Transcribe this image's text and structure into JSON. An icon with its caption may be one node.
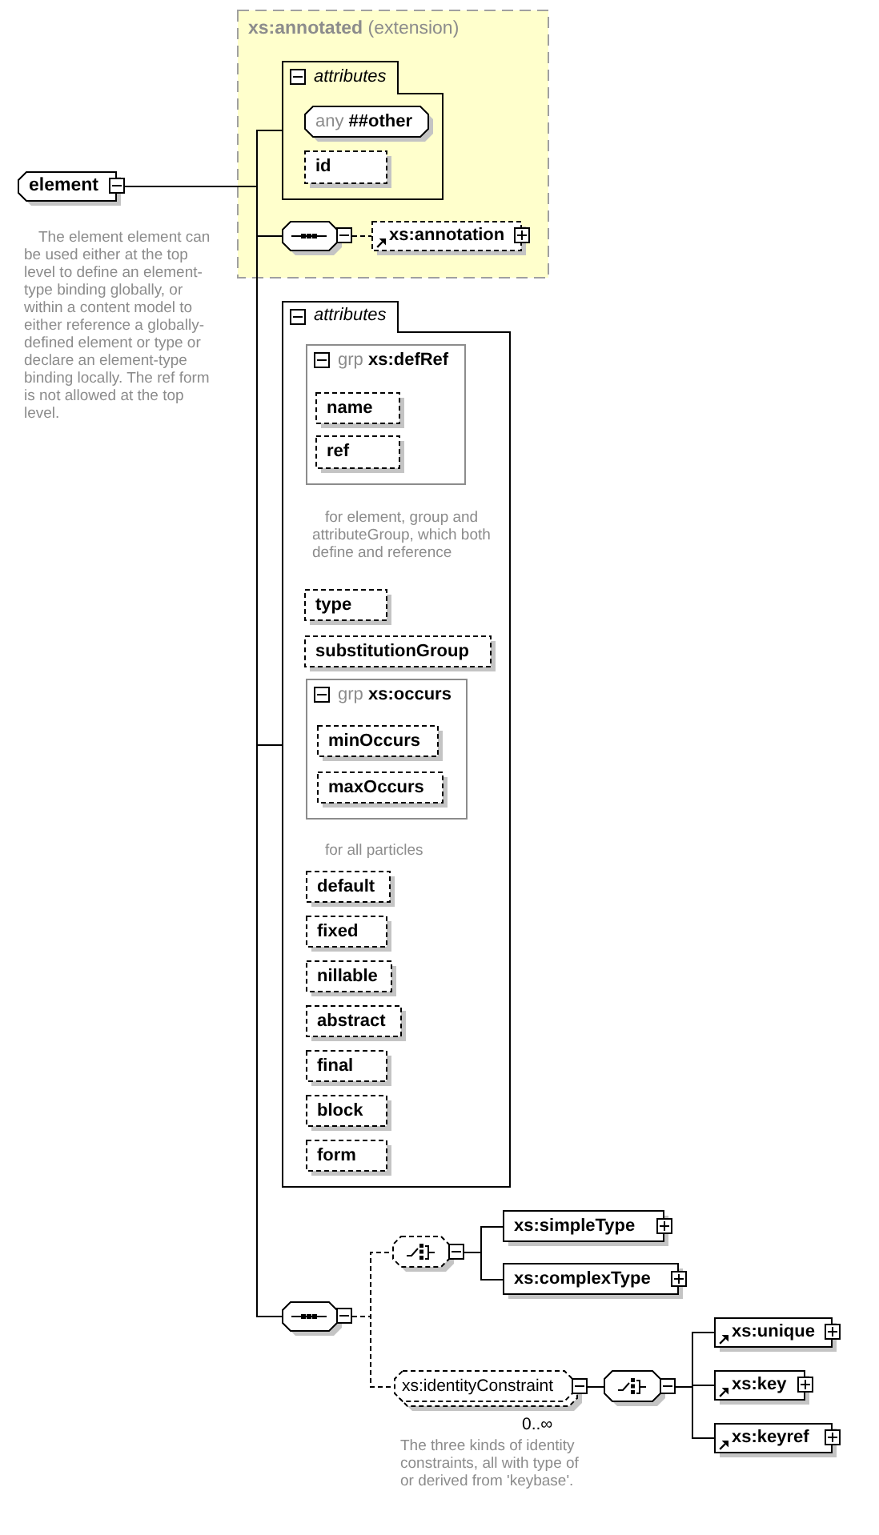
{
  "diagram": {
    "nodes": [
      {
        "text": [
          "element"
        ],
        "beside": [
          "The element element can be used either at the top level to define an element-type binding globally, or within a content model to either reference a globally-defined element or type or declare an element-type binding locally. The ref form is not allowed at the top level."
        ]
      },
      {
        "text": [
          "**xs:annotated** (extension)"
        ]
      },
      {
        "text": [
          "attributes"
        ],
        "in": 1
      },
      {
        "text": [
          "any **##other**"
        ],
        "in": 2
      },
      {
        "text": [
          "id"
        ],
        "in": 2
      },
      {
        "text": [],
        "shape": "octagon",
        "in": 1
      },
      {
        "text": [
          "xs:annotation"
        ],
        "in": 1
      },
      {
        "text": [
          "attributes"
        ]
      },
      {
        "text": [
          "grp **xs:defRef**"
        ],
        "in": 7,
        "beside": [
          "for element, group and attributeGroup, which both define and reference"
        ]
      },
      {
        "text": [
          "name"
        ],
        "in": 8
      },
      {
        "text": [
          "ref"
        ],
        "in": 8
      },
      {
        "text": [
          "type"
        ],
        "in": 7
      },
      {
        "text": [
          "substitutionGroup"
        ],
        "in": 7
      },
      {
        "text": [
          "grp **xs:occurs**"
        ],
        "in": 7
      },
      {
        "text": [
          "minOccurs"
        ],
        "in": 13
      },
      {
        "text": [
          "maxOccurs"
        ],
        "in": 13
      },
      {
        "text": [
          "default"
        ],
        "in": 7
      },
      {
        "text": [
          "fixed"
        ],
        "in": 7
      },
      {
        "text": [
          "nillable"
        ],
        "in": 7
      },
      {
        "text": [
          "abstract"
        ],
        "in": 7
      },
      {
        "text": [
          "final"
        ],
        "in": 7
      },
      {
        "text": [
          "block"
        ],
        "in": 7
      },
      {
        "text": [
          "form"
        ],
        "in": 7
      },
      {
        "text": [],
        "shape": "octagon"
      },
      {
        "text": [],
        "shape": "octagon"
      },
      {
        "text": [
          "xs:simpleType"
        ]
      },
      {
        "text": [
          "xs:complexType"
        ]
      },
      {
        "text": [
          "xs:identityConstraint"
        ],
        "beside": [
          "0..∞",
          "The three kinds of identity constraints, all with type of or derived from 'keybase'."
        ]
      },
      {
        "text": [],
        "shape": "octagon"
      },
      {
        "text": [
          "xs:unique"
        ]
      },
      {
        "text": [
          "xs:key"
        ]
      },
      {
        "text": [
          "xs:keyref"
        ]
      }
    ],
    "edges": [
      {
        "from": 0,
        "to": 2,
        "arrow": "none"
      },
      {
        "from": 0,
        "to": 5,
        "arrow": "none"
      },
      {
        "from": 0,
        "to": 7,
        "arrow": "none"
      },
      {
        "from": 0,
        "to": 23,
        "arrow": "none"
      },
      {
        "from": 5,
        "to": 6,
        "arrow": "none",
        "style": "dashed"
      },
      {
        "from": 23,
        "to": 24,
        "arrow": "none",
        "style": "dashed"
      },
      {
        "from": 23,
        "to": 27,
        "arrow": "none",
        "style": "dashed"
      },
      {
        "from": 24,
        "to": 25,
        "arrow": "none"
      },
      {
        "from": 24,
        "to": 26,
        "arrow": "none"
      },
      {
        "from": 27,
        "to": 28,
        "arrow": "none"
      },
      {
        "from": 28,
        "to": 29,
        "arrow": "none"
      },
      {
        "from": 28,
        "to": 30,
        "arrow": "none"
      },
      {
        "from": 28,
        "to": 31,
        "arrow": "none"
      }
    ],
    "labels": [
      "for all particles"
    ]
  }
}
